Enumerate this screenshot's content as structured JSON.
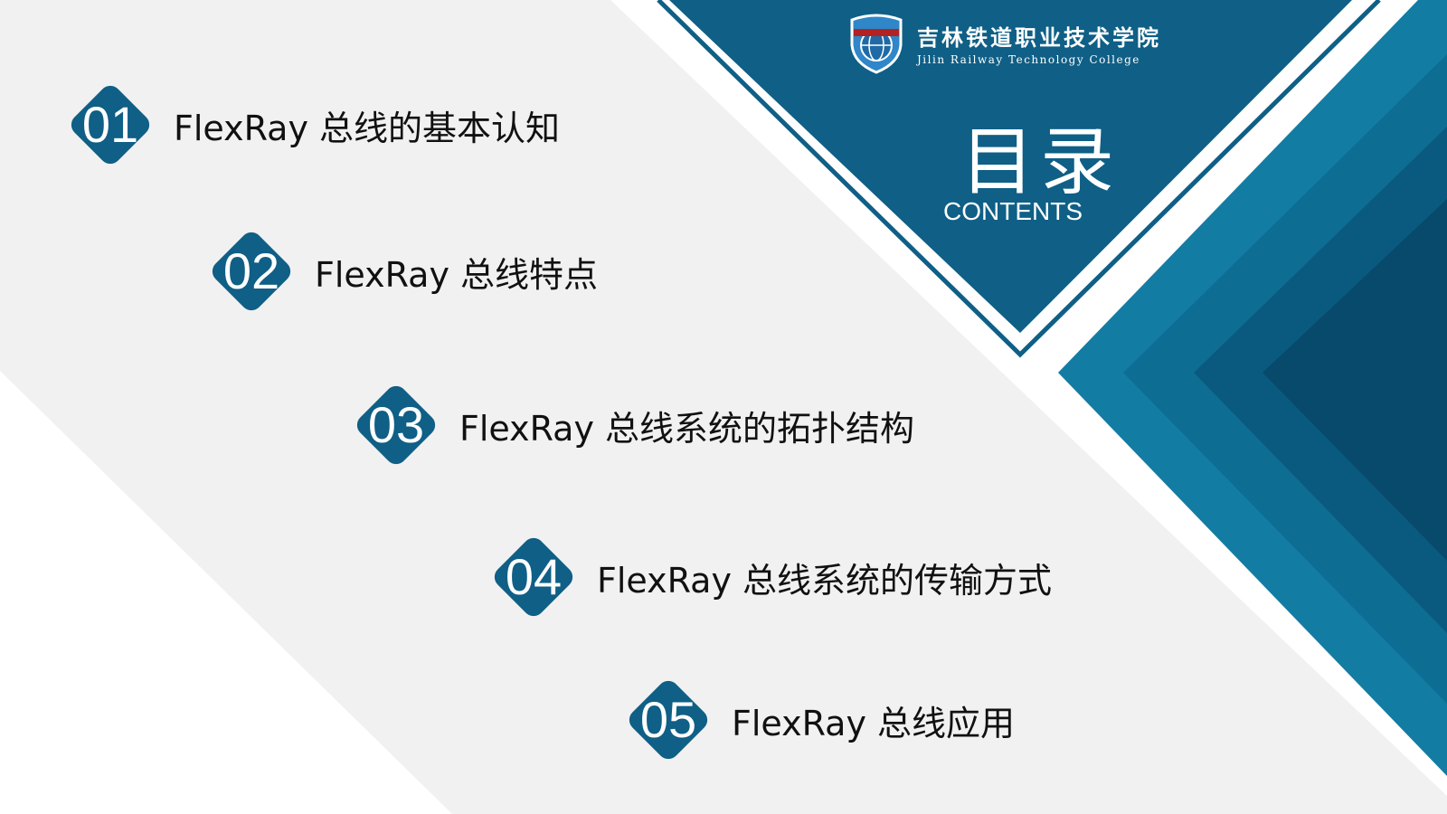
{
  "logo": {
    "name_cn": "吉林铁道职业技术学院",
    "name_en": "Jilin Railway Technology College"
  },
  "heading": {
    "title": "目录",
    "subtitle": "CONTENTS"
  },
  "items": [
    {
      "number": "01",
      "label": "FlexRay 总线的基本认知"
    },
    {
      "number": "02",
      "label": "FlexRay 总线特点"
    },
    {
      "number": "03",
      "label": "FlexRay 总线系统的拓扑结构"
    },
    {
      "number": "04",
      "label": "FlexRay 总线系统的传输方式"
    },
    {
      "number": "05",
      "label": "FlexRay 总线应用"
    }
  ],
  "colors": {
    "primary": "#0f5f86",
    "accent": "#1079a0",
    "dark": "#0a4a6e",
    "light_gray": "#f0f0f0"
  }
}
